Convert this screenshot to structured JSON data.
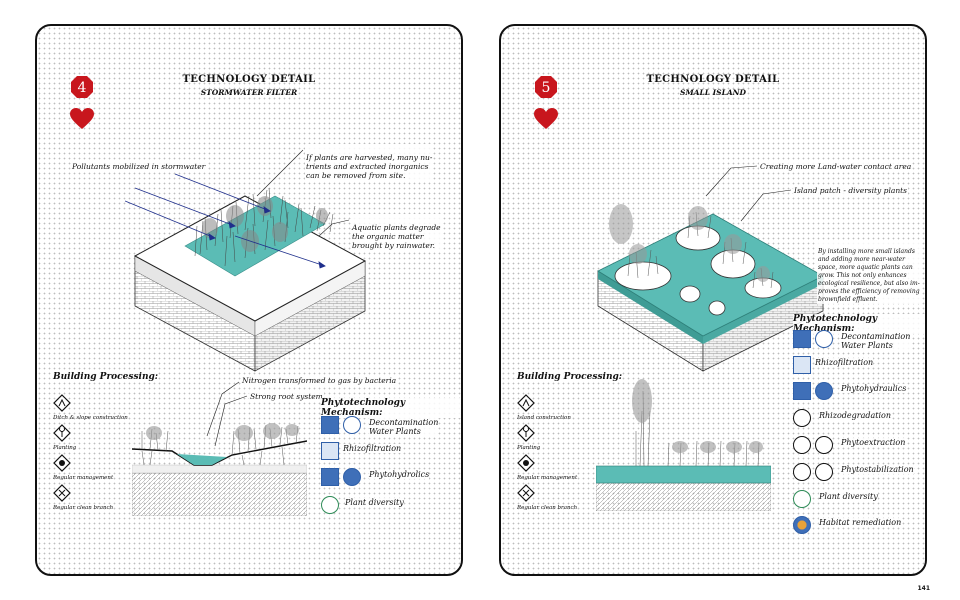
{
  "panels": [
    {
      "number": "4",
      "title": "TECHNOLOGY DETAIL",
      "subtitle": "STORMWATER FILTER",
      "annotations": [
        "Pollutants mobilized in stormwater",
        "If plants are harvested, many nu-\ntrients and extracted inorganics\ncan be removed from site.",
        "Aquatic plants degrade\nthe organic matter\nbrought by rainwater.",
        "Nitrogen transformed to gas by bacteria",
        "Strong root system"
      ],
      "building_processing_title": "Building Processing:",
      "building_processing": [
        "Ditch & slope construction",
        "Planting",
        "Regular management",
        "Regular clean branch"
      ],
      "mechanism_title": "Phytotechnology Mechanism:",
      "mechanisms": [
        "Decontamination\nWater Plants",
        "Rhizofiltration",
        "Phytohydrolics",
        "Plant diversity"
      ]
    },
    {
      "number": "5",
      "title": "TECHNOLOGY DETAIL",
      "subtitle": "SMALL ISLAND",
      "annotations": [
        "Creating more Land-water contact area",
        "Island patch - diversity plants",
        "By installing more small islands\nand adding more near-water\nspace, more aquatic plants can\ngrow. This not only enhances\necological resilience, but also im-\nproves the efficiency of removing\nbrownfield effluent."
      ],
      "building_processing_title": "Building Processing:",
      "building_processing": [
        "Island construction",
        "Planting",
        "Regular management",
        "Regular clean branch"
      ],
      "mechanism_title": "Phytotechnology Mechanism:",
      "mechanisms": [
        "Decontamination\nWater Plants",
        "Rhizofiltration",
        "Phytohydraulics",
        "Rhizodegradation",
        "Phytoextraction",
        "Phytostabilization",
        "Plant diversity",
        "Habitat remediation"
      ]
    }
  ],
  "colors": {
    "water": "#5bbcb5",
    "badge_red": "#c8161d",
    "icon_blue": "#3f6fb8",
    "flow_arrow": "#1f2f8c"
  },
  "page_number": "141"
}
